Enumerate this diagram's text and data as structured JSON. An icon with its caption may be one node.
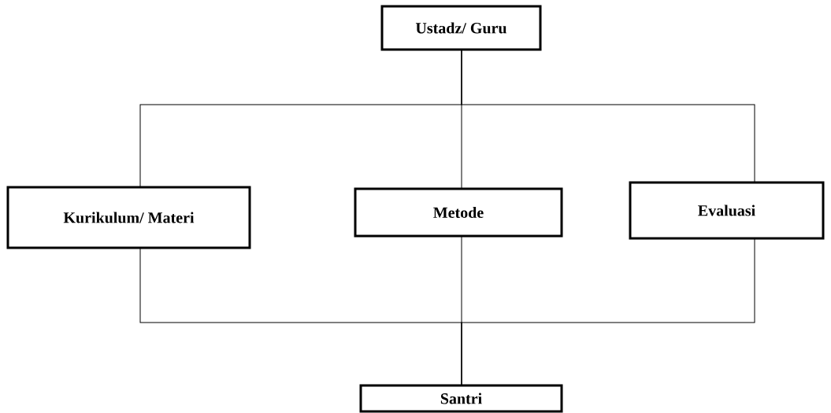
{
  "diagram": {
    "nodes": [
      {
        "text": [
          "Ustadz/ Guru"
        ]
      },
      {
        "text": [
          "Kurikulum/ Materi"
        ]
      },
      {
        "text": [
          "Metode"
        ]
      },
      {
        "text": [
          "Evaluasi"
        ]
      },
      {
        "text": [
          "Santri"
        ]
      }
    ],
    "edges": [
      {
        "from": 0,
        "to": 1,
        "arrow": "none"
      },
      {
        "from": 0,
        "to": 2,
        "arrow": "none"
      },
      {
        "from": 0,
        "to": 3,
        "arrow": "none"
      },
      {
        "from": 1,
        "to": 4,
        "arrow": "none"
      },
      {
        "from": 2,
        "to": 4,
        "arrow": "none"
      },
      {
        "from": 3,
        "to": 4,
        "arrow": "none"
      }
    ]
  }
}
